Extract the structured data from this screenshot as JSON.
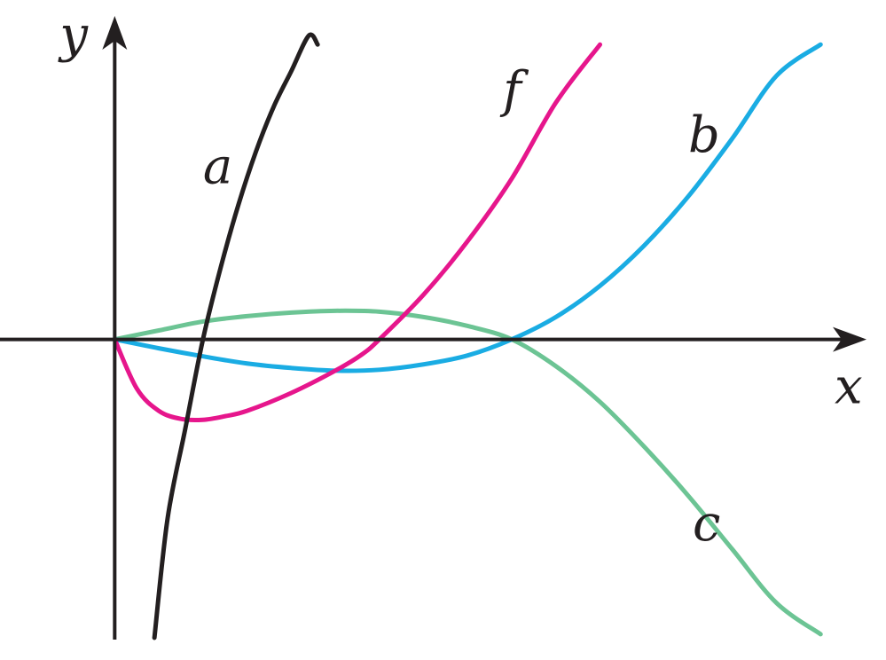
{
  "chart_data": {
    "type": "line",
    "title": "",
    "xlabel": "x",
    "ylabel": "y",
    "grid": false,
    "axis_ticks": false,
    "colors": {
      "a": "#231f20",
      "f": "#e6168c",
      "b": "#1aace3",
      "c": "#6cc494"
    },
    "series": [
      {
        "name": "a",
        "color": "#231f20",
        "x": [
          0.45,
          0.6,
          0.8,
          1.0,
          1.2,
          1.4,
          1.6,
          1.8,
          2.0,
          2.2,
          2.3
        ],
        "y": [
          -3.34,
          -2.0,
          -1.0,
          0.0,
          0.8,
          1.5,
          2.1,
          2.6,
          3.0,
          3.4,
          3.3
        ]
      },
      {
        "name": "f",
        "color": "#e6168c",
        "x": [
          0.0,
          0.25,
          0.5,
          0.75,
          1.0,
          1.25,
          1.5,
          2.0,
          2.5,
          2.8,
          3.0,
          3.5,
          4.0,
          4.5,
          5.0,
          5.5
        ],
        "y": [
          0.0,
          -0.55,
          -0.8,
          -0.89,
          -0.9,
          -0.86,
          -0.8,
          -0.6,
          -0.35,
          -0.17,
          0.0,
          0.5,
          1.1,
          1.8,
          2.65,
          3.3
        ]
      },
      {
        "name": "b",
        "color": "#1aace3",
        "x": [
          0.0,
          0.5,
          1.0,
          1.5,
          2.0,
          2.5,
          3.0,
          3.5,
          4.0,
          4.5,
          5.0,
          5.5,
          6.0,
          6.5,
          7.0,
          7.5,
          8.0
        ],
        "y": [
          0.0,
          -0.1,
          -0.19,
          -0.27,
          -0.32,
          -0.35,
          -0.34,
          -0.28,
          -0.18,
          0.0,
          0.25,
          0.6,
          1.05,
          1.6,
          2.25,
          2.95,
          3.3
        ]
      },
      {
        "name": "c",
        "color": "#6cc494",
        "x": [
          0.0,
          0.5,
          1.0,
          1.5,
          2.0,
          2.5,
          3.0,
          3.5,
          4.0,
          4.5,
          5.0,
          5.5,
          6.0,
          6.5,
          7.0,
          7.5,
          8.0
        ],
        "y": [
          0.0,
          0.1,
          0.2,
          0.26,
          0.3,
          0.32,
          0.31,
          0.25,
          0.15,
          0.0,
          -0.3,
          -0.7,
          -1.2,
          -1.75,
          -2.35,
          -2.95,
          -3.3
        ]
      }
    ],
    "labels": [
      {
        "text": "a",
        "series": "a",
        "x": 1.0,
        "y": 1.75
      },
      {
        "text": "f",
        "series": "f",
        "x": 4.4,
        "y": 2.6
      },
      {
        "text": "b",
        "series": "b",
        "x": 6.5,
        "y": 2.1
      },
      {
        "text": "c",
        "series": "c",
        "x": 6.55,
        "y": -2.25
      }
    ],
    "xlim": [
      -1.3,
      8.5
    ],
    "ylim": [
      -3.4,
      3.6
    ]
  }
}
